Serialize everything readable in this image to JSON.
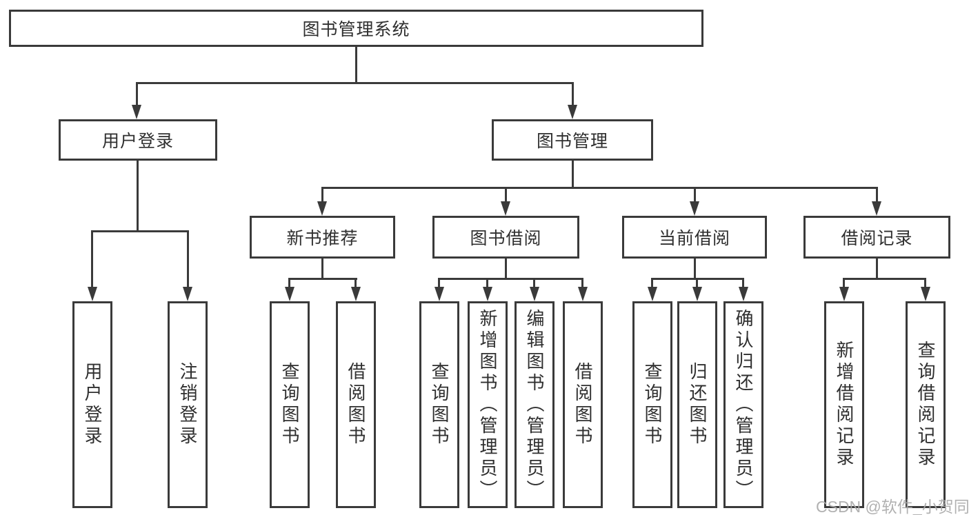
{
  "root": {
    "label": "图书管理系统"
  },
  "level2": [
    {
      "label": "用户登录"
    },
    {
      "label": "图书管理"
    }
  ],
  "level3": [
    {
      "label": "新书推荐"
    },
    {
      "label": "图书借阅"
    },
    {
      "label": "当前借阅"
    },
    {
      "label": "借阅记录"
    }
  ],
  "leaves": {
    "user_login": [
      "用户登录",
      "注销登录"
    ],
    "new_book": [
      "查询图书",
      "借阅图书"
    ],
    "book_borrow": [
      "查询图书",
      "新增图书（管理员）",
      "编辑图书（管理员）",
      "借阅图书"
    ],
    "current_borrow": [
      "查询图书",
      "归还图书",
      "确认归还（管理员）"
    ],
    "borrow_record": [
      "新增借阅记录",
      "查询借阅记录"
    ]
  },
  "watermark": {
    "text": "CSDN @软件_小贺同学",
    "color": "#a8a8a8"
  },
  "colors": {
    "line": "#3a3a3a",
    "text": "#2f2f2f",
    "background": "#ffffff"
  }
}
